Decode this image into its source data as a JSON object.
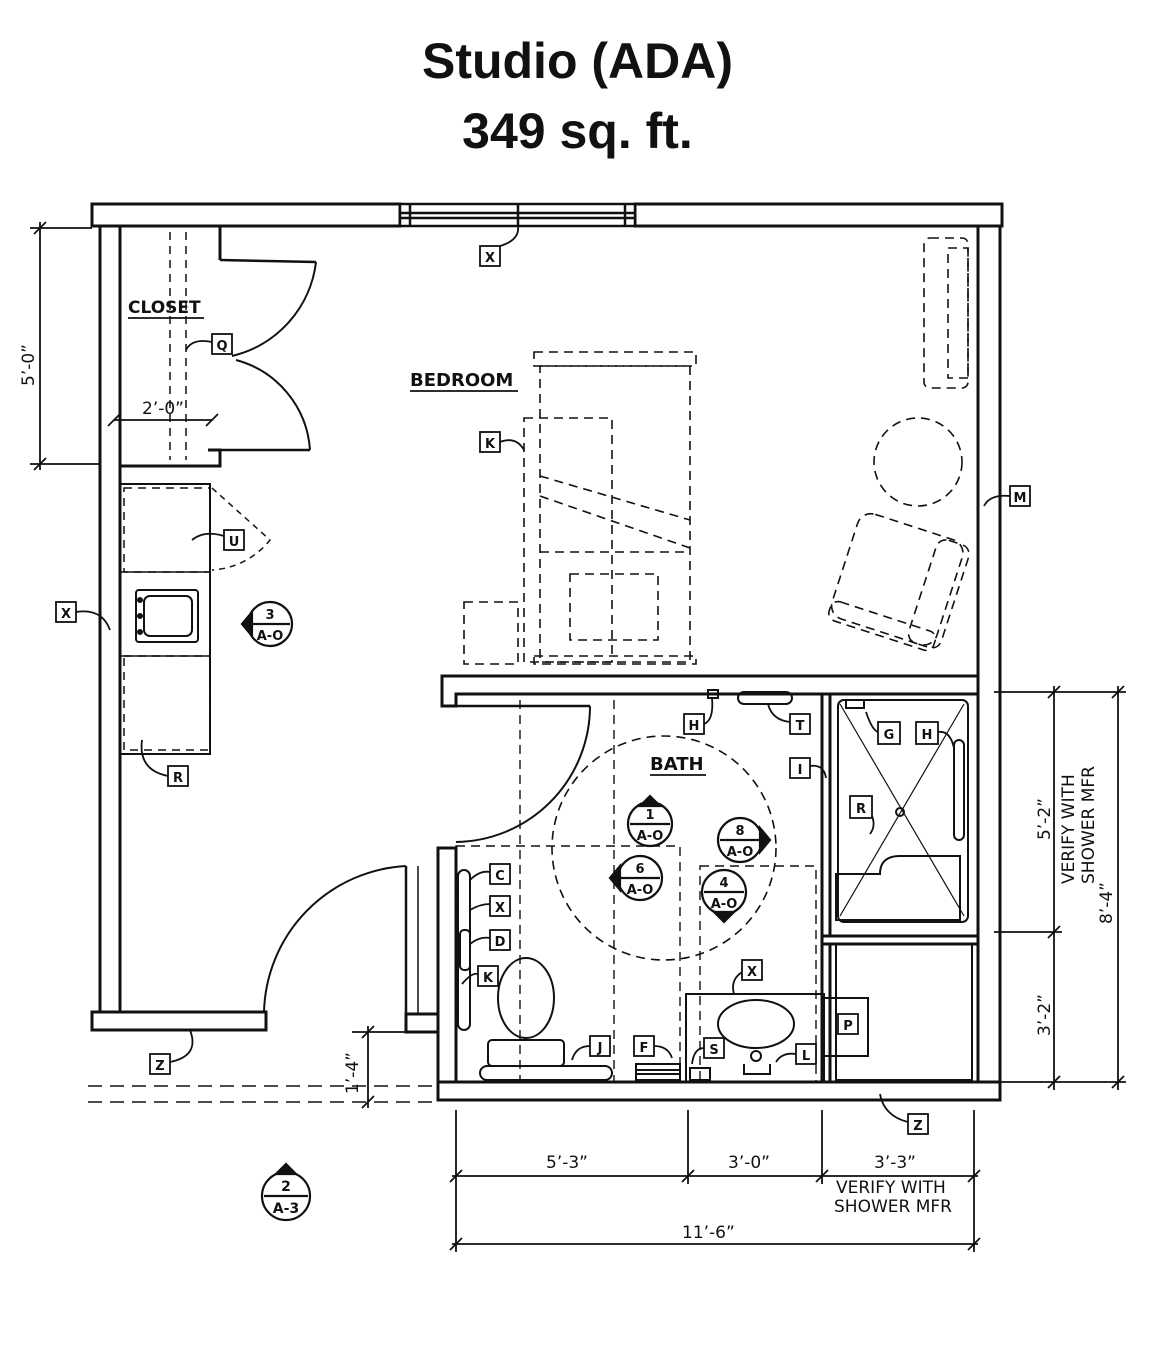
{
  "title": "Studio (ADA)",
  "area": "349 sq. ft.",
  "rooms": {
    "closet": "CLOSET",
    "bedroom": "BEDROOM",
    "bath": "BATH"
  },
  "dimensions": {
    "closet_height": "5’-0”",
    "closet_width": "2’-0”",
    "offset": "1’-4”",
    "shower_height": "5’-2”",
    "lower_height": "3’-2”",
    "total_height": "8’-4”",
    "verify_line1": "VERIFY WITH",
    "verify_line2": "SHOWER MFR",
    "bath_w1": "5’-3”",
    "bath_w2": "3’-0”",
    "bath_w3": "3’-3”",
    "bath_total": "11’-6”"
  },
  "section_markers": [
    {
      "num": "3",
      "sheet": "A-O"
    },
    {
      "num": "1",
      "sheet": "A-O"
    },
    {
      "num": "8",
      "sheet": "A-O"
    },
    {
      "num": "6",
      "sheet": "A-O"
    },
    {
      "num": "4",
      "sheet": "A-O"
    },
    {
      "num": "2",
      "sheet": "A-3"
    }
  ],
  "tags": {
    "closet_tag": "Q",
    "kitchen_cab": "U",
    "kitchen_wall": "X",
    "kitchen_floor": "R",
    "window_tag": "X",
    "bed_tag": "K",
    "east_wall": "M",
    "entry_tag": "Z",
    "bath_h": "H",
    "bath_t": "T",
    "bath_i": "I",
    "shower_g": "G",
    "shower_h": "H",
    "shower_r": "R",
    "bath_c": "C",
    "bath_x": "X",
    "bath_d": "D",
    "bath_k": "K",
    "bath_j": "J",
    "bath_f": "F",
    "bath_s": "S",
    "bath_l": "L",
    "bath_x2": "X",
    "bath_p": "P",
    "shower_z": "Z"
  }
}
